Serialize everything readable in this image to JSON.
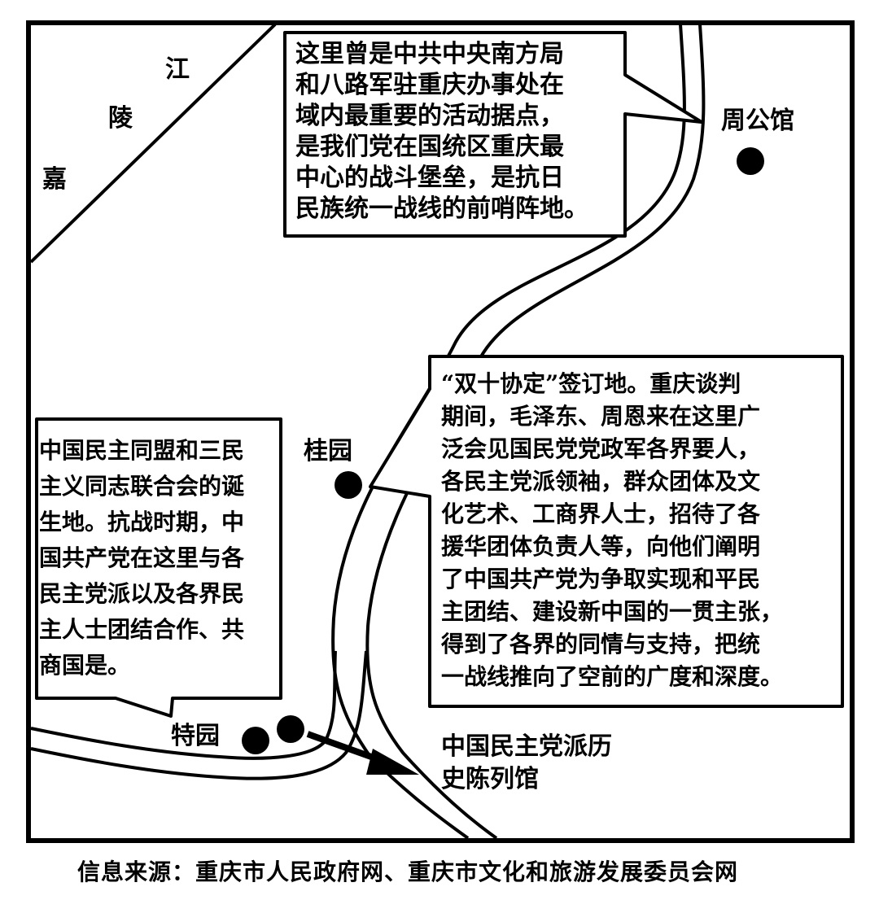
{
  "river": {
    "chars": [
      "江",
      "陵",
      "嘉"
    ]
  },
  "places": {
    "zhougongguan": "周公馆",
    "guiyuan": "桂园",
    "teyuan": "特园",
    "museum": "中国民主党派历\n史陈列馆"
  },
  "callouts": {
    "zhougongguan": "这里曾是中共中央南方局\n和八路军驻重庆办事处在\n域内最重要的活动据点，\n是我们党在国统区重庆最\n中心的战斗堡垒，是抗日\n民族统一战线的前哨阵地。",
    "guiyuan": "“双十协定”签订地。重庆谈判\n期间，毛泽东、周恩来在这里广\n泛会见国民党党政军各界要人，\n各民主党派领袖，群众团体及文\n化艺术、工商界人士，招待了各\n援华团体负责人等，向他们阐明\n了中国共产党为争取实现和平民\n主团结、建设新中国的一贯主张，\n得到了各界的同情与支持，把统\n一战线推向了空前的广度和深度。",
    "teyuan": "中国民主同盟和三民\n主义同志联合会的诞\n生地。抗战时期，中\n国共产党在这里与各\n民主党派以及各界民\n主人士团结合作、共\n商国是。"
  },
  "source": "信息来源：重庆市人民政府网、重庆市文化和旅游发展委员会网",
  "colors": {
    "ink": "#000000",
    "paper": "#ffffff"
  }
}
